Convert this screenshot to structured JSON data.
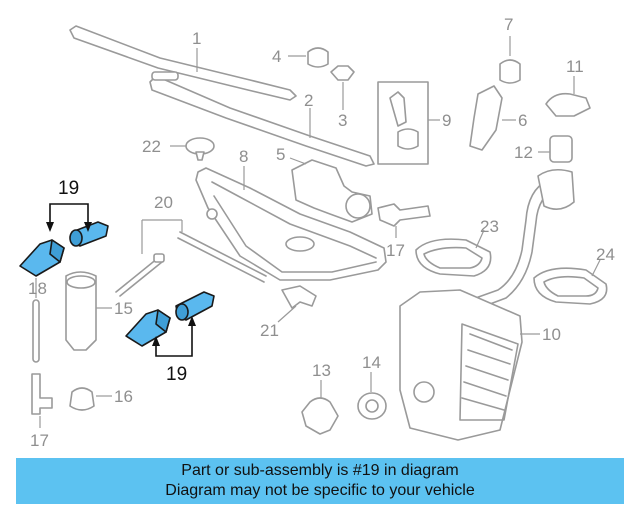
{
  "callouts": {
    "c1": "1",
    "c2": "2",
    "c3": "3",
    "c4": "4",
    "c5": "5",
    "c6": "6",
    "c7": "7",
    "c8": "8",
    "c9": "9",
    "c10": "10",
    "c11": "11",
    "c12": "12",
    "c13": "13",
    "c14": "14",
    "c15": "15",
    "c16": "16",
    "c17a": "17",
    "c17b": "17",
    "c18": "18",
    "c20": "20",
    "c21": "21",
    "c22": "22",
    "c23": "23",
    "c24": "24",
    "c19a": "19",
    "c19b": "19"
  },
  "highlighted_part": "19",
  "colors": {
    "highlight": "#5ab8ee",
    "banner": "#5cc2f1",
    "part_stroke": "#9a9a9a"
  },
  "banner": {
    "line1": "Part or sub-assembly is #19 in diagram",
    "line2": "Diagram may not be specific to your vehicle"
  }
}
